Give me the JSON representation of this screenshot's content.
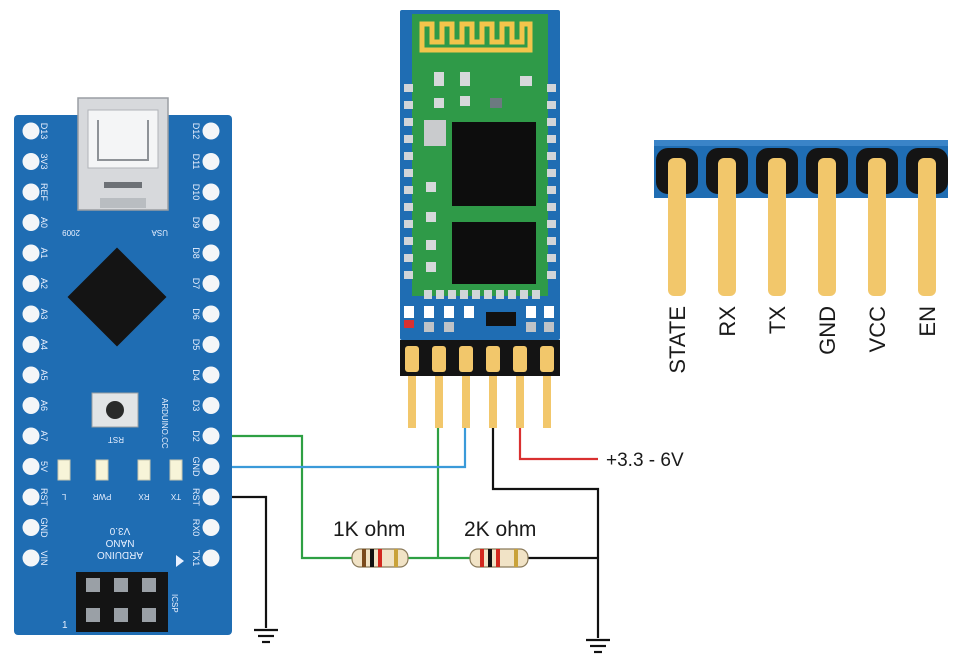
{
  "colors": {
    "board_blue": "#1f6db3",
    "bt_green": "#2f9a48",
    "wire_green": "#2ea043",
    "wire_blue": "#3a9ad9",
    "wire_red": "#d93030",
    "wire_black": "#111111",
    "pin_gold": "#f2c76b"
  },
  "arduino": {
    "left_pins": [
      "D13",
      "3V3",
      "REF",
      "A0",
      "A1",
      "A2",
      "A3",
      "A4",
      "A5",
      "A6",
      "A7",
      "5V",
      "RST",
      "GND",
      "VIN"
    ],
    "right_pins": [
      "D12",
      "D11",
      "D10",
      "D9",
      "D8",
      "D7",
      "D6",
      "D5",
      "D4",
      "D3",
      "D2",
      "GND",
      "RST",
      "RX0",
      "TX1"
    ],
    "usb_left_text": "2009",
    "usb_right_text": "USA",
    "reset_label": "RST",
    "leds": [
      "L",
      "PWR",
      "RX",
      "TX"
    ],
    "brand": "ARDUINO.CC",
    "name_lines": [
      "ARDUINO",
      "NANO",
      "V3.0"
    ],
    "icsp_label": "ICSP",
    "icsp_number": "1"
  },
  "module": {
    "pins": [
      "STATE",
      "RX",
      "TX",
      "GND",
      "VCC",
      "EN"
    ]
  },
  "resistors": {
    "r1": "1K ohm",
    "r2": "2K ohm"
  },
  "supply_label": "+3.3 - 6V"
}
